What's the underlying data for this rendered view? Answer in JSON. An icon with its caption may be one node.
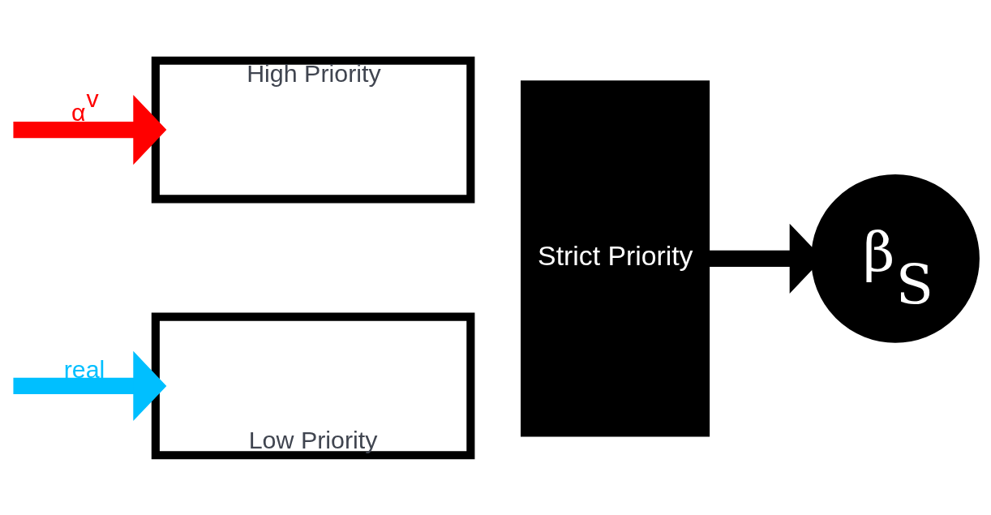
{
  "diagram": {
    "nodes": [
      {
        "text": [
          "High Priority"
        ]
      },
      {
        "text": [
          "Low Priority"
        ]
      },
      {
        "text": [
          "Strict Priority"
        ]
      },
      {
        "text": [
          "β$_{S}$"
        ]
      }
    ],
    "edges": [
      {
        "from": null,
        "to": 0,
        "arrow": "to",
        "label": "α$^{v}$",
        "color": "#ff0000"
      },
      {
        "from": null,
        "to": 1,
        "arrow": "to",
        "label": "real",
        "color": "#00bfff"
      },
      {
        "from": 2,
        "to": 3,
        "arrow": "to",
        "color": "#000000"
      }
    ]
  }
}
